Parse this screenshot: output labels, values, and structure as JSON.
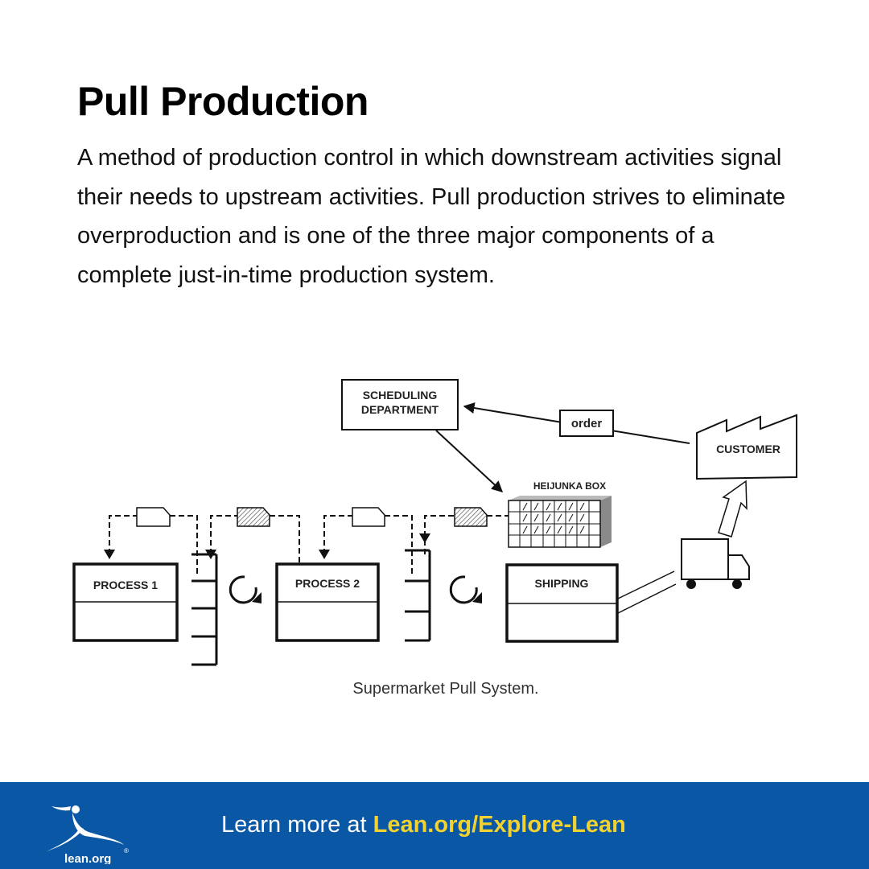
{
  "header": {
    "title": "Pull Production",
    "description": "A method of production control in which downstream activities signal their needs to upstream activities. Pull production strives to eliminate overproduction and is one of the three major components of a complete just-in-time production system."
  },
  "diagram": {
    "scheduling_line1": "SCHEDULING",
    "scheduling_line2": "DEPARTMENT",
    "order_label": "order",
    "customer_label": "CUSTOMER",
    "heijunka_label": "HEIJUNKA BOX",
    "process1_label": "PROCESS 1",
    "process2_label": "PROCESS 2",
    "shipping_label": "SHIPPING",
    "caption": "Supermarket Pull System."
  },
  "footer": {
    "logo_text": "lean.org",
    "logo_mark": "®",
    "learn_prefix": "Learn more at ",
    "learn_link": "Lean.org/Explore-Lean"
  },
  "colors": {
    "footer_background": "#0a57a5",
    "link_accent": "#f2d230"
  }
}
